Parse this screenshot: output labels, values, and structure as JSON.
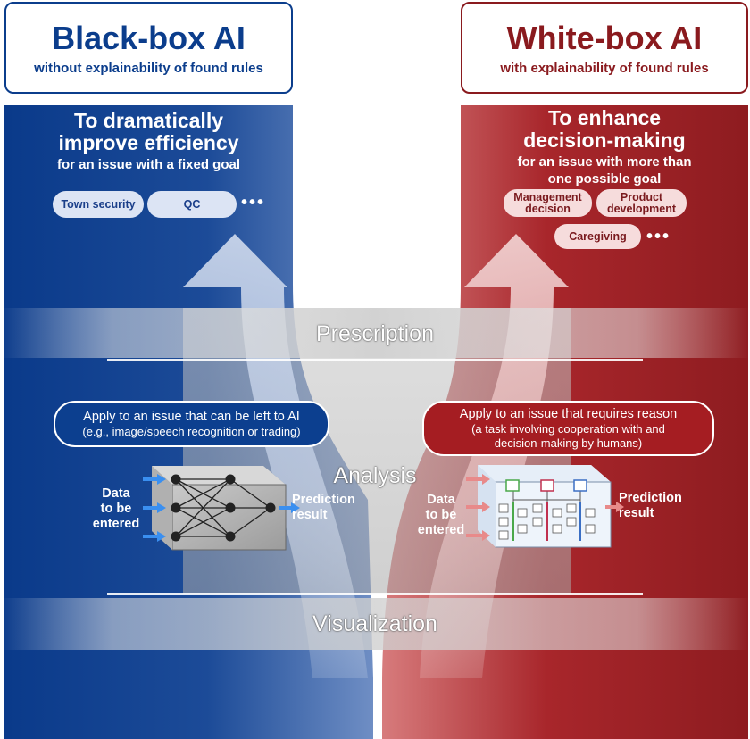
{
  "black_box": {
    "title": "Black-box AI",
    "subtitle": "without explainability of found rules",
    "goal_line1": "To dramatically",
    "goal_line2": "improve efficiency",
    "goal_sub": "for an issue with a fixed goal",
    "examples": [
      "Town security",
      "QC"
    ],
    "ellipsis": "•••",
    "apply_line1": "Apply to an issue that can be left to AI",
    "apply_line2": "(e.g., image/speech recognition or trading)",
    "input_label": "Data\nto be\nentered",
    "output_label": "Prediction\nresult",
    "color": "#0b3d8c"
  },
  "white_box": {
    "title": "White-box AI",
    "subtitle": "with explainability of found rules",
    "goal_line1": "To enhance",
    "goal_line2": "decision-making",
    "goal_sub1": "for an issue with more than",
    "goal_sub2": "one possible goal",
    "examples": [
      "Management\ndecision",
      "Product\ndevelopment",
      "Caregiving"
    ],
    "ellipsis": "•••",
    "apply_line1": "Apply to an issue that requires reason",
    "apply_line2": "(a task involving cooperation with and",
    "apply_line3": "decision-making by humans)",
    "input_label": "Data\nto be\nentered",
    "output_label": "Prediction\nresult",
    "color": "#8a1a1e"
  },
  "stages": {
    "prescription": "Prescription",
    "analysis": "Analysis",
    "visualization": "Visualization"
  }
}
